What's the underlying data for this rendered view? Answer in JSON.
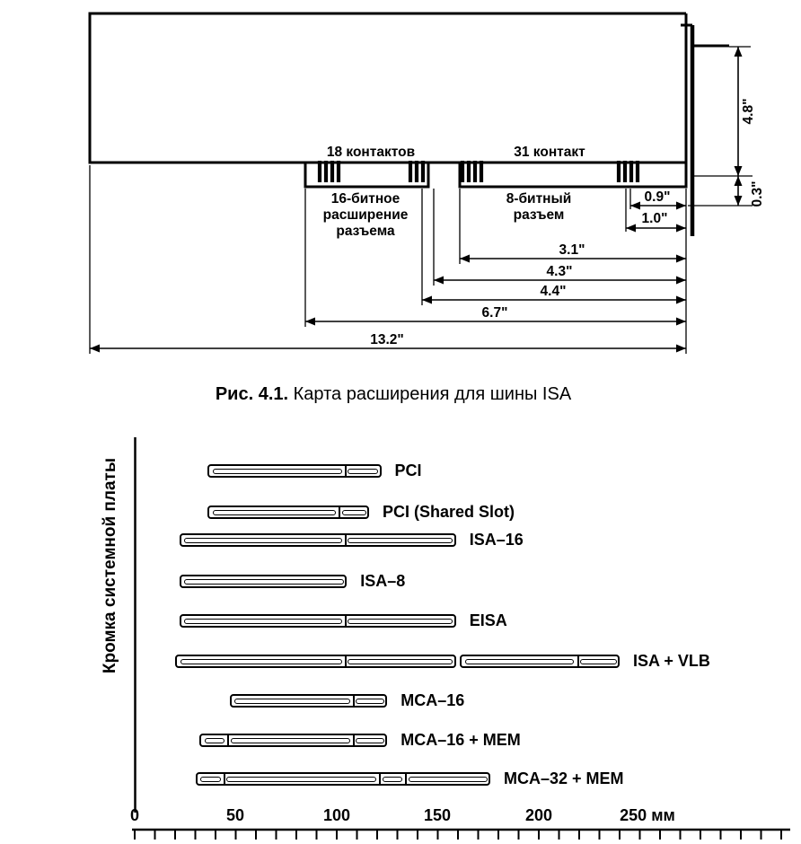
{
  "figure1": {
    "contacts_left_label": "18 контактов",
    "contacts_right_label": "31 контакт",
    "conn16_line1": "16-битное",
    "conn16_line2": "расширение",
    "conn16_line3": "разъема",
    "conn8_line1": "8-битный",
    "conn8_line2": "разъем",
    "dim_0_9": "0.9\"",
    "dim_1_0": "1.0\"",
    "dim_3_1": "3.1\"",
    "dim_4_3": "4.3\"",
    "dim_4_4": "4.4\"",
    "dim_6_7": "6.7\"",
    "dim_13_2": "13.2\"",
    "dim_4_8": "4.8\"",
    "dim_0_3": "0.3\""
  },
  "caption": {
    "prefix": "Рис. 4.1.",
    "text": " Карта расширения для шины ISA"
  },
  "figure2": {
    "y_axis_label": "Кромка системной платы",
    "x_ticks": [
      "0",
      "50",
      "100",
      "150",
      "200",
      "250 мм"
    ],
    "rows": [
      {
        "label": "PCI",
        "parts": [
          {
            "start": 36,
            "end": 122,
            "segments": [
              [
                38,
                102
              ],
              [
                105,
                120
              ]
            ]
          }
        ]
      },
      {
        "label": "PCI (Shared Slot)",
        "parts": [
          {
            "start": 36,
            "end": 116,
            "segments": [
              [
                38,
                99
              ],
              [
                102,
                114
              ]
            ]
          }
        ]
      },
      {
        "label": "ISA–16",
        "parts": [
          {
            "start": 22,
            "end": 159,
            "segments": [
              [
                24,
                102
              ],
              [
                105,
                157
              ]
            ]
          }
        ]
      },
      {
        "label": "ISA–8",
        "parts": [
          {
            "start": 22,
            "end": 105,
            "segments": [
              [
                24,
                103
              ]
            ]
          }
        ]
      },
      {
        "label": "EISA",
        "parts": [
          {
            "start": 22,
            "end": 159,
            "segments": [
              [
                24,
                102
              ],
              [
                105,
                157
              ]
            ]
          }
        ]
      },
      {
        "label": "ISA + VLB",
        "parts": [
          {
            "start": 20,
            "end": 159,
            "segments": [
              [
                22,
                102
              ],
              [
                105,
                157
              ]
            ]
          },
          {
            "start": 161,
            "end": 240,
            "segments": [
              [
                163,
                217
              ],
              [
                220,
                238
              ]
            ]
          }
        ]
      },
      {
        "label": "MCA–16",
        "parts": [
          {
            "start": 47,
            "end": 125,
            "segments": [
              [
                49,
                106
              ],
              [
                109,
                123
              ]
            ]
          }
        ]
      },
      {
        "label": "MCA–16 + MEM",
        "parts": [
          {
            "start": 32,
            "end": 125,
            "segments": [
              [
                34,
                44
              ],
              [
                47,
                106
              ],
              [
                109,
                123
              ]
            ]
          }
        ]
      },
      {
        "label": "MCA–32 + MEM",
        "parts": [
          {
            "start": 30,
            "end": 176,
            "segments": [
              [
                32,
                42
              ],
              [
                45,
                119
              ],
              [
                122,
                132
              ],
              [
                135,
                174
              ]
            ]
          }
        ]
      }
    ]
  }
}
